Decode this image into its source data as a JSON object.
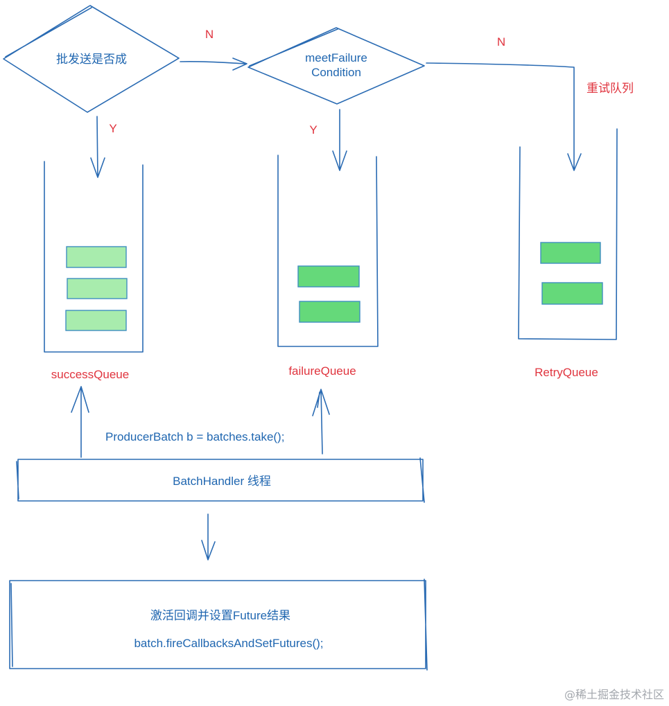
{
  "decisions": {
    "batch_success": "批发送是否成",
    "meet_failure_line1": "meetFailure",
    "meet_failure_line2": "Condition"
  },
  "edge_labels": {
    "n1": "N",
    "n2": "N",
    "y1": "Y",
    "y2": "Y",
    "retry": "重试队列"
  },
  "queues": [
    {
      "name": "successQueue",
      "items": 3,
      "fill": "#a8ecad"
    },
    {
      "name": "failureQueue",
      "items": 2,
      "fill": "#65d97a"
    },
    {
      "name": "RetryQueue",
      "items": 2,
      "fill": "#65d97a"
    }
  ],
  "handler": {
    "take_code": "ProducerBatch b = batches.take();",
    "label": "BatchHandler 线程"
  },
  "callback": {
    "title": "激活回调并设置Future结果",
    "code": "batch.fireCallbacksAndSetFutures();"
  },
  "watermark": "@稀土掘金技术社区",
  "colors": {
    "stroke": "#2a6bb3",
    "text_blue": "#1f66b0",
    "text_red": "#e0343e",
    "queue_item_light": "#a8ecad",
    "queue_item_dark": "#65d97a"
  }
}
